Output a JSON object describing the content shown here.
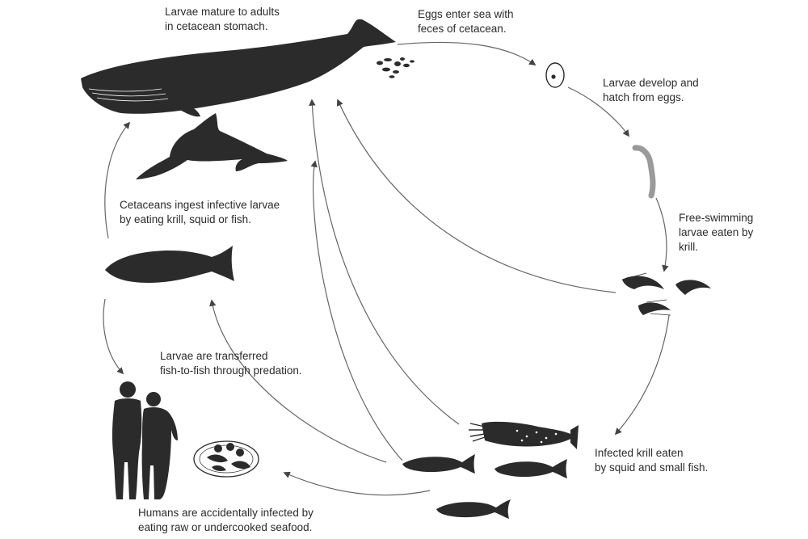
{
  "labels": {
    "mature": [
      "Larvae mature to adults",
      "in cetacean stomach."
    ],
    "eggs": [
      "Eggs enter sea with",
      "feces of cetacean."
    ],
    "hatch": [
      "Larvae develop and",
      "hatch from eggs."
    ],
    "free": [
      "Free-swimming",
      "larvae eaten by",
      "krill."
    ],
    "ingest": [
      "Cetaceans ingest infective larvae",
      "by eating krill, squid or fish."
    ],
    "transfer": [
      "Larvae are transferred",
      "fish-to-fish through predation."
    ],
    "infected": [
      "Infected krill eaten",
      "by squid and small fish."
    ],
    "humans": [
      "Humans are accidentally infected by",
      "eating raw or undercooked seafood."
    ]
  },
  "colors": {
    "silhouette": "#2b2b2b",
    "arrow": "#555555",
    "text": "#2b2b2b"
  }
}
